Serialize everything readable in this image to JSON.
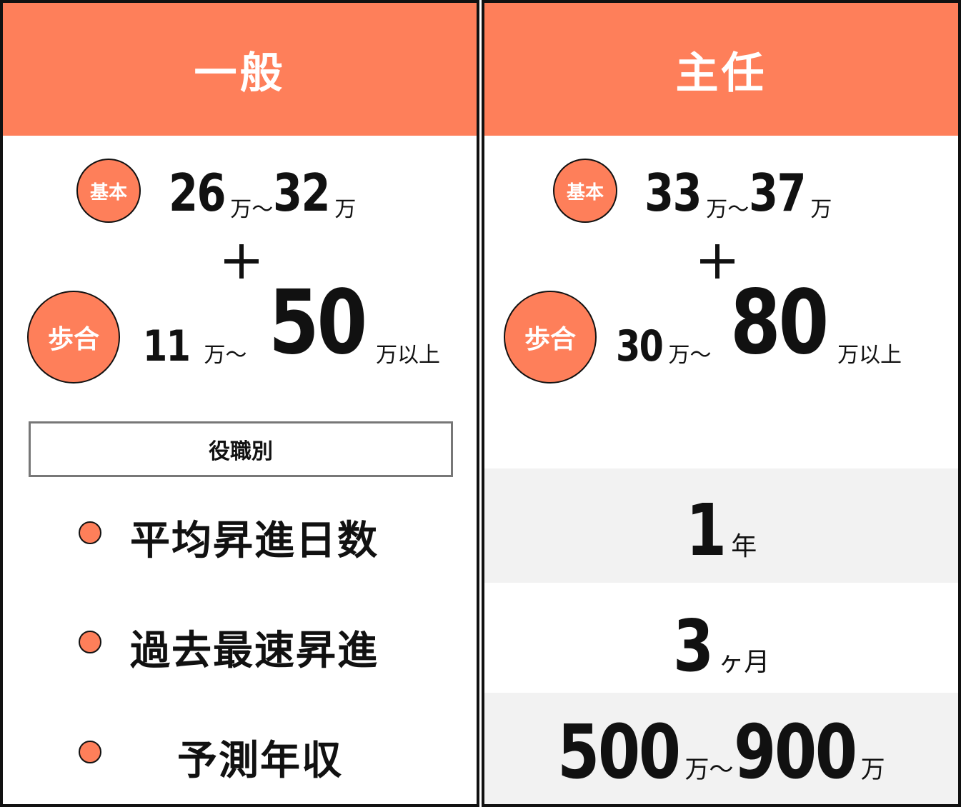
{
  "left": {
    "header": "一般",
    "base_badge": "基本",
    "base_from": "26",
    "base_unit_tilde": "万～",
    "base_to": "32",
    "base_unit": "万",
    "plus": "＋",
    "commission_badge": "歩合",
    "comm_from": "11",
    "comm_unit_tilde": "万～",
    "comm_to": "50",
    "comm_unit": "万以上",
    "role_button": "役職別",
    "rows": [
      {
        "label": "平均昇進日数"
      },
      {
        "label": "過去最速昇進"
      },
      {
        "label": "予測年収"
      }
    ]
  },
  "right": {
    "header": "主任",
    "base_badge": "基本",
    "base_from": "33",
    "base_unit_tilde": "万～",
    "base_to": "37",
    "base_unit": "万",
    "commission_badge": "歩合",
    "comm_from": "30",
    "comm_unit_tilde": "万～",
    "comm_to": "80",
    "comm_unit": "万以上",
    "avg_promotion": {
      "value": "1",
      "unit": "年"
    },
    "fastest_promotion": {
      "value": "3",
      "unit": "ヶ月"
    },
    "income": {
      "from": "500",
      "tilde": "万～",
      "to": "900",
      "unit": "万"
    }
  },
  "colors": {
    "accent": "#fe7f5a",
    "border": "#111111",
    "band": "#f2f2f2"
  }
}
